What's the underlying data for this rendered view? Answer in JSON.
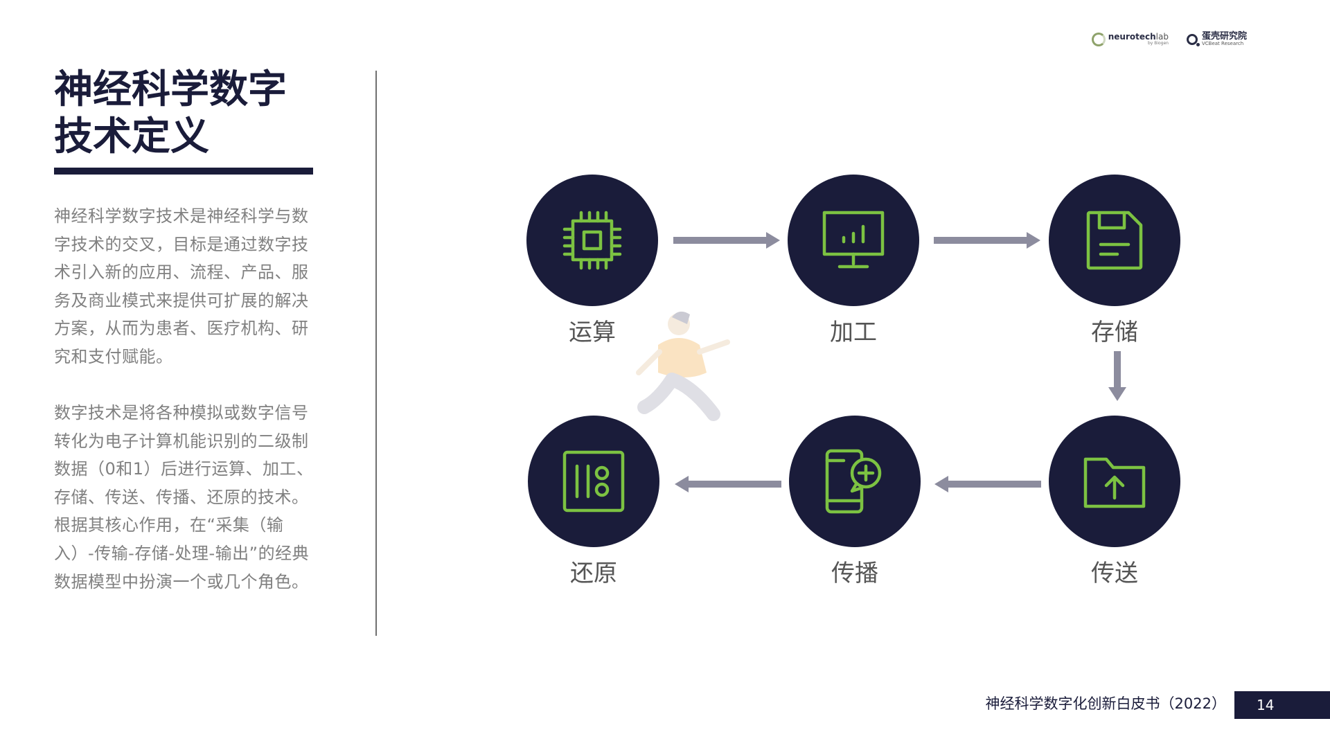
{
  "header": {
    "logo_neurotech": "neurotech",
    "logo_neurotech_suffix": "lab",
    "logo_neurotech_sub": "by Biogen",
    "logo_vc_cn": "蛋壳研究院",
    "logo_vc_en": "VCBeat Research"
  },
  "title": {
    "line1": "神经科学数字",
    "line2": "技术定义"
  },
  "body": {
    "paragraph1": "神经科学数字技术是神经科学与数字技术的交叉，目标是通过数字技术引入新的应用、流程、产品、服务及商业模式来提供可扩展的解决方案，从而为患者、医疗机构、研究和支付赋能。",
    "paragraph2": "数字技术是将各种模拟或数字信号转化为电子计算机能识别的二级制数据（0和1）后进行运算、加工、存储、传送、传播、还原的技术。根据其核心作用，在“采集（输入）-传输-存储-处理-输出”的经典数据模型中扮演一个或几个角色。"
  },
  "flow": {
    "nodes": [
      {
        "label": "运算",
        "icon": "chip-icon"
      },
      {
        "label": "加工",
        "icon": "monitor-chart-icon"
      },
      {
        "label": "存储",
        "icon": "floppy-disk-icon"
      },
      {
        "label": "传送",
        "icon": "folder-upload-icon"
      },
      {
        "label": "传播",
        "icon": "phone-medical-chat-icon"
      },
      {
        "label": "还原",
        "icon": "binary-display-icon"
      }
    ]
  },
  "colors": {
    "node_bg": "#1a1c3a",
    "icon_green": "#7cc242",
    "arrow": "#8c8c9e",
    "text_gray": "#808080"
  },
  "footer": {
    "title": "神经科学数字化创新白皮书（2022）",
    "page": "14"
  }
}
